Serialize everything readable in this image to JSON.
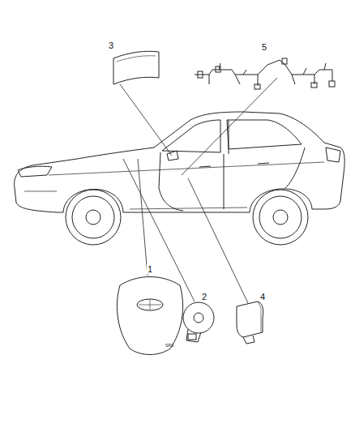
{
  "diagram": {
    "labels": [
      "3",
      "5",
      "1",
      "2",
      "4",
      "SRS"
    ]
  }
}
